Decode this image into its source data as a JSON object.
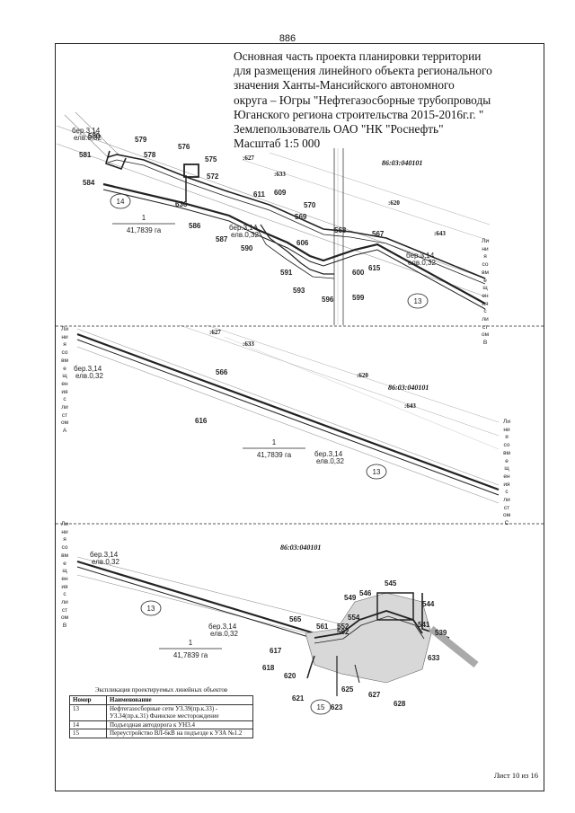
{
  "page_number": "886",
  "title_lines": [
    "Основная часть проекта планировки территории",
    "для размещения линейного объекта регионального",
    "значения Ханты-Мансийского автономного",
    "округа – Югры \"Нефтегазосборные трубопроводы",
    "Юганского региона строительства 2015-2016г.г. \"",
    "Землепользователь ОАО \"НК \"Роснефть\"",
    "Масштаб 1:5 000"
  ],
  "boundary_label_chars": [
    "Ли",
    "ни",
    "я",
    "со",
    "вм",
    "е",
    "щ",
    "ен",
    "ия",
    "с",
    "ли",
    "ст",
    "ом"
  ],
  "boundary_letters": [
    "В",
    "А",
    "С",
    "В"
  ],
  "cadastral": {
    "block": "86:03:040101",
    "parcels": [
      ":627",
      ":633",
      ":620",
      ":643"
    ]
  },
  "area": {
    "number": "1",
    "value": "41,7839 га"
  },
  "bereg": [
    "бер.3,14",
    "елв.0,32"
  ],
  "routes": [
    "14",
    "13",
    "15"
  ],
  "points": {
    "top": [
      "580",
      "579",
      "578",
      "581",
      "584",
      "576",
      "575",
      "572",
      "611",
      "609",
      "570",
      "569",
      "568",
      "567",
      "636",
      "586",
      "587",
      "590",
      "606",
      "591",
      "593",
      "596",
      "600",
      "599",
      "615"
    ],
    "middle": [
      "566",
      "616"
    ],
    "bottom": [
      "545",
      "549",
      "546",
      "544",
      "541",
      "539",
      "554",
      "552",
      "565",
      "561",
      "562",
      "633",
      "617",
      "618",
      "620",
      "621",
      "623",
      "625",
      "627",
      "628"
    ]
  },
  "legend": {
    "caption": "Экспликация проектируемых линейных объектов",
    "headers": [
      "Номер",
      "Наименование"
    ],
    "rows": [
      {
        "num": "13",
        "name": "Нефтегазосборные сети УЗ.39(пр.к.33) - УЗ.34(пр.к.31) Фаинское месторождение"
      },
      {
        "num": "14",
        "name": "Подъездная автодорога к УН3.4"
      },
      {
        "num": "15",
        "name": "Переустройство ВЛ-6кВ на подъезде к УЗА №1.2"
      }
    ]
  },
  "sheet": "Лист 10 из 16"
}
